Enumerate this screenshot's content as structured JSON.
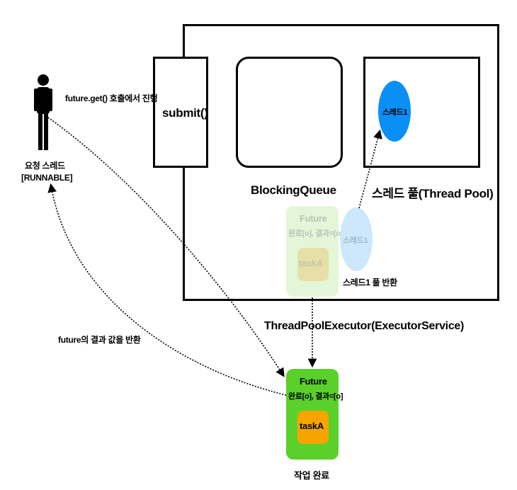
{
  "labels": {
    "future_get": "future.get() 호출에서 진행",
    "request_thread_line1": "요청 스레드",
    "request_thread_line2": "[RUNNABLE]",
    "submit": "submit()",
    "blocking_queue": "BlockingQueue",
    "thread_pool": "스레드 풀(Thread Pool)",
    "thread1_in_pool": "스레드1",
    "faded_future_title": "Future",
    "faded_future_status": "완료[o], 결과=[o]",
    "faded_task": "taskA",
    "faded_thread": "스레드1",
    "thread_return": "스레드1 풀 반환",
    "executor": "ThreadPoolExecutor(ExecutorService)",
    "future_result_return": "future의 결과 값을 반환",
    "future_title": "Future",
    "future_status": "완료[o], 결과=[o]",
    "task": "taskA",
    "work_done": "작업 완료"
  },
  "icons": {
    "person": "person-icon"
  },
  "colors": {
    "thread_blue": "#0a8ff5",
    "thread_faded": "#cde8fb",
    "future_green": "#5ad12a",
    "future_faded": "#e4f6d8",
    "task_orange": "#f6a400",
    "task_faded": "#e6e0a8"
  }
}
